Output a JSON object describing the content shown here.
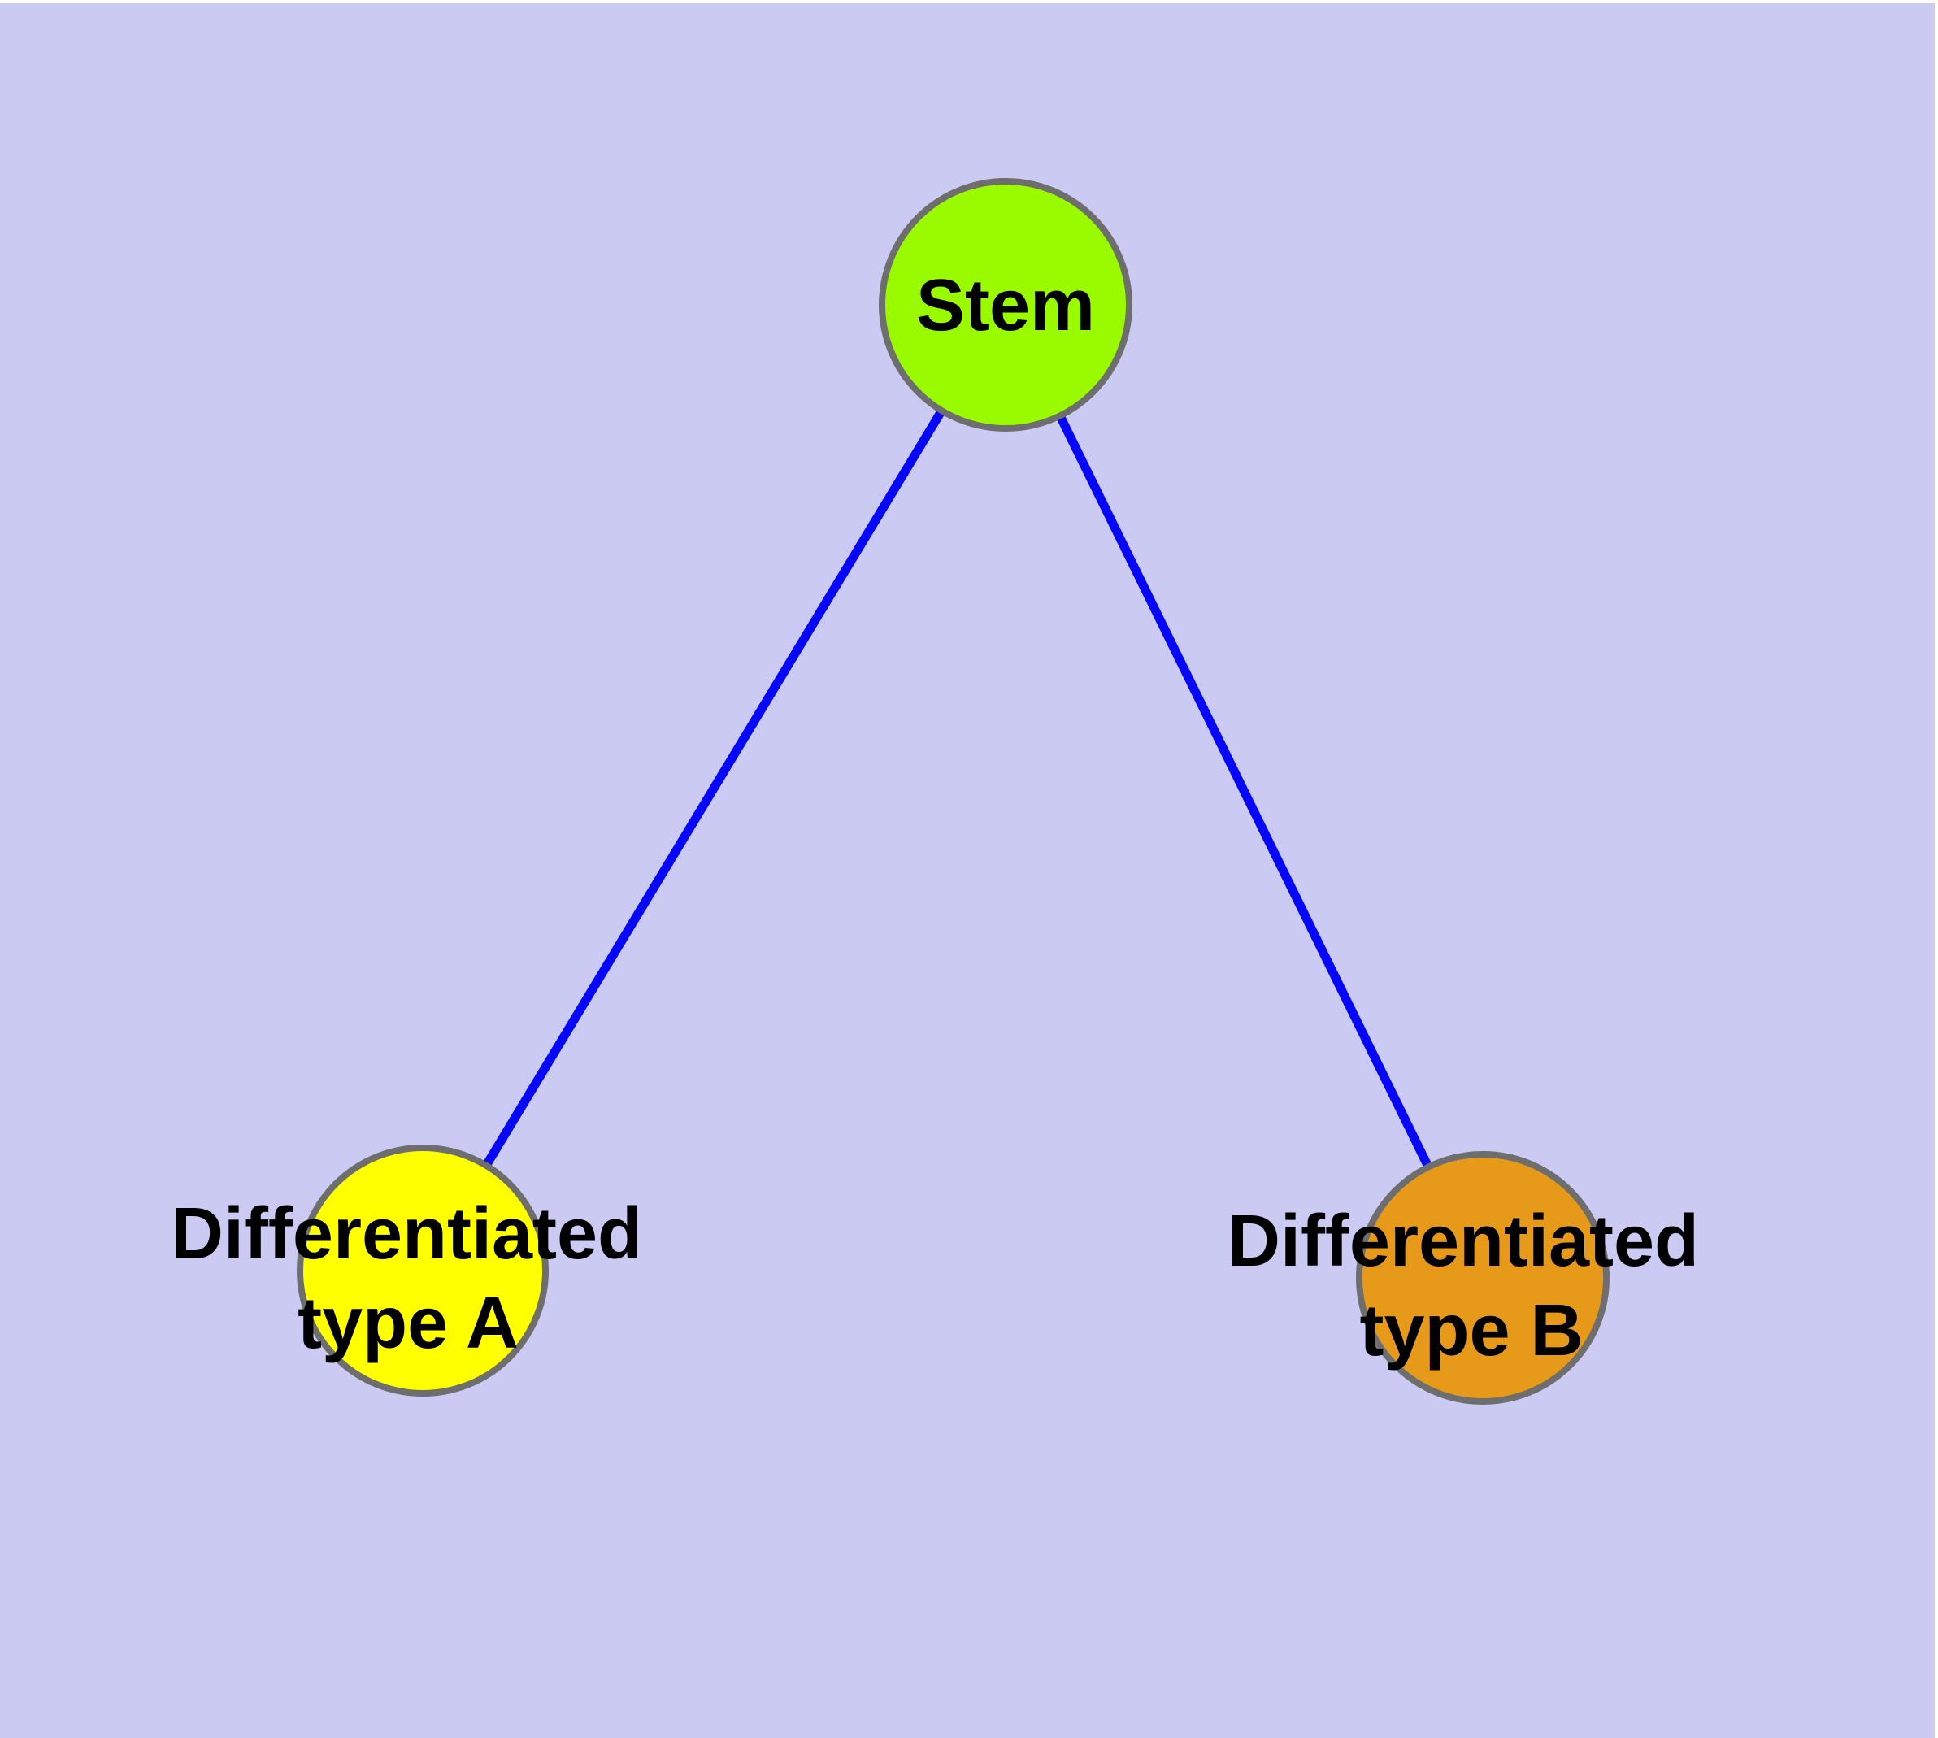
{
  "style": {
    "background_color": "#cacaf2",
    "margin_color": "#ffffff",
    "node_border_color": "#6e6e6e",
    "edge_color": "#0707f8",
    "label_color": "#000000"
  },
  "diagram": {
    "type": "node-link-graph",
    "description": "Cell differentiation hierarchy: a Stem node connected to two differentiated cell type nodes",
    "nodes": [
      {
        "id": "stem",
        "label": "Stem",
        "line1": "Stem",
        "color": "#9afa00"
      },
      {
        "id": "differentiated-type-a",
        "label": "Differentiated type A",
        "line1": "Differentiated",
        "line2": "type A",
        "color": "#ffff00"
      },
      {
        "id": "differentiated-type-b",
        "label": "Differentiated type B",
        "line1": "Differentiated",
        "line2": "type B",
        "color": "#e79a1a"
      }
    ],
    "edges": [
      {
        "from": "Stem",
        "to": "Differentiated type A"
      },
      {
        "from": "Stem",
        "to": "Differentiated type B"
      }
    ]
  }
}
